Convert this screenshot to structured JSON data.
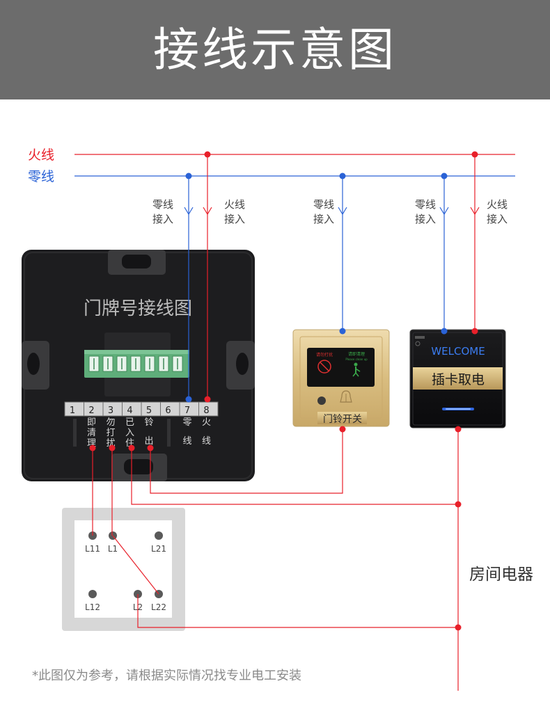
{
  "header": {
    "title": "接线示意图"
  },
  "rails": {
    "live_label": "火线",
    "neutral_label": "零线",
    "live_color": "#e8202a",
    "neutral_color": "#2a62d6"
  },
  "taps": [
    {
      "label": [
        "零线",
        "接入"
      ]
    },
    {
      "label": [
        "火线",
        "接入"
      ]
    },
    {
      "label": [
        "零线",
        "接入"
      ]
    },
    {
      "label": [
        "零线",
        "接入"
      ]
    },
    {
      "label": [
        "火线",
        "接入"
      ]
    }
  ],
  "doorplate": {
    "title": "门牌号接线图",
    "terminal_numbers": [
      "1",
      "2",
      "3",
      "4",
      "5",
      "6",
      "7",
      "8"
    ],
    "terminal_labels": [
      {
        "text": [
          "即",
          "清",
          "理"
        ]
      },
      {
        "text": [
          "勿",
          "打",
          "扰"
        ]
      },
      {
        "text": [
          "已",
          "入",
          "住"
        ]
      },
      {
        "text": [
          "铃",
          "",
          "出"
        ]
      },
      {
        "text": [
          "零",
          "",
          "线"
        ]
      },
      {
        "text": [
          "火",
          "",
          "线"
        ]
      }
    ]
  },
  "doorbell_switch": {
    "caption": "门铃开关",
    "screen_left_text": "请勿打扰",
    "screen_right_text": "请即清理",
    "screen_right_sub": "Please clean up"
  },
  "card_switch": {
    "screen_text": "WELCOME",
    "caption": "插卡取电"
  },
  "selector": {
    "terminals": [
      "L11",
      "L1",
      "L21",
      "L12",
      "L2",
      "L22"
    ]
  },
  "room_appliance_label": "房间电器",
  "footnote": "*此图仅为参考，请根据实际情况找专业电工安装"
}
